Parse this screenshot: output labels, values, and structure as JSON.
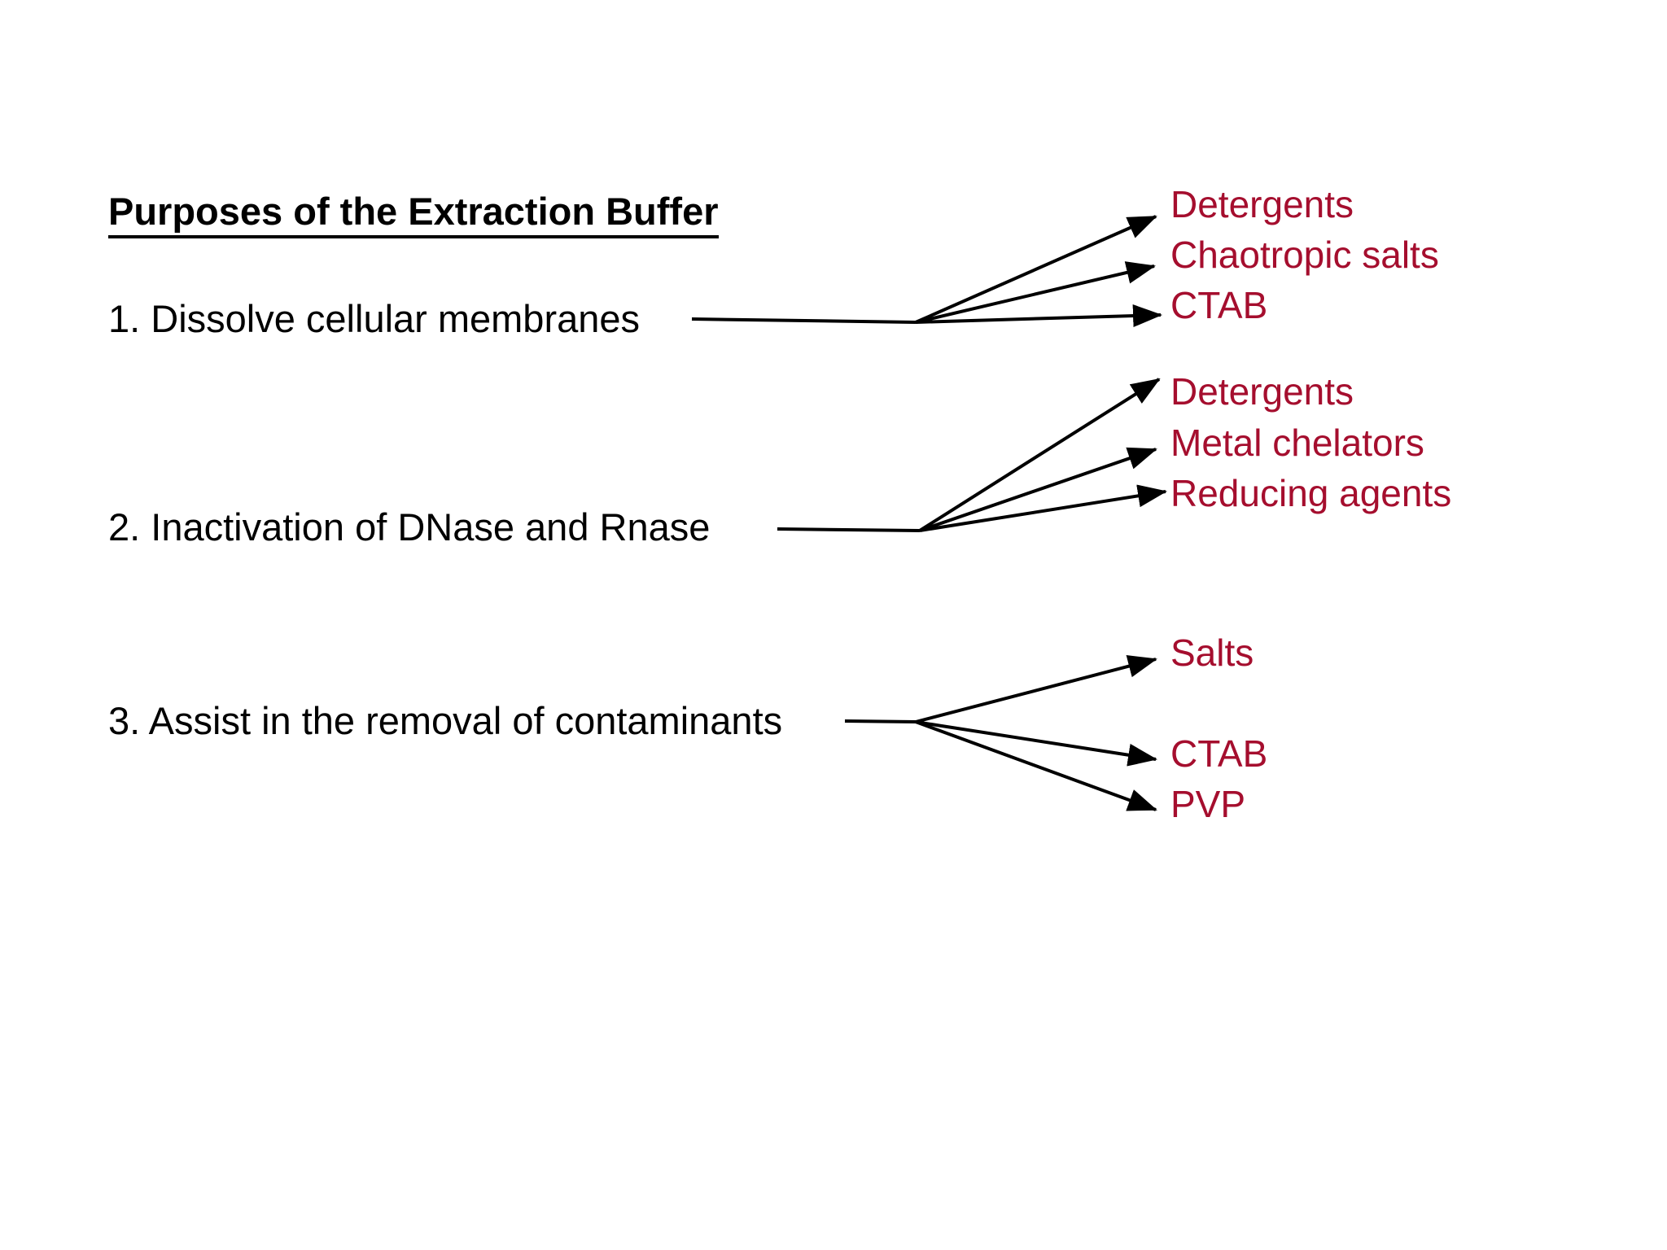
{
  "slide": {
    "title": "Purposes of the Extraction Buffer",
    "background_color": "#FFFFFF",
    "text_color": "#000000",
    "accent_color": "#A50E2E",
    "connector_color": "#000000"
  },
  "purposes": [
    {
      "label": "1. Dissolve cellular membranes",
      "components": [
        "Detergents",
        "Chaotropic salts",
        "CTAB"
      ]
    },
    {
      "label": "2. Inactivation of DNase and Rnase",
      "components": [
        "Detergents",
        "Metal chelators",
        "Reducing agents"
      ]
    },
    {
      "label": "3. Assist in the removal of contaminants",
      "components": [
        "Salts",
        "CTAB",
        "PVP"
      ]
    }
  ]
}
